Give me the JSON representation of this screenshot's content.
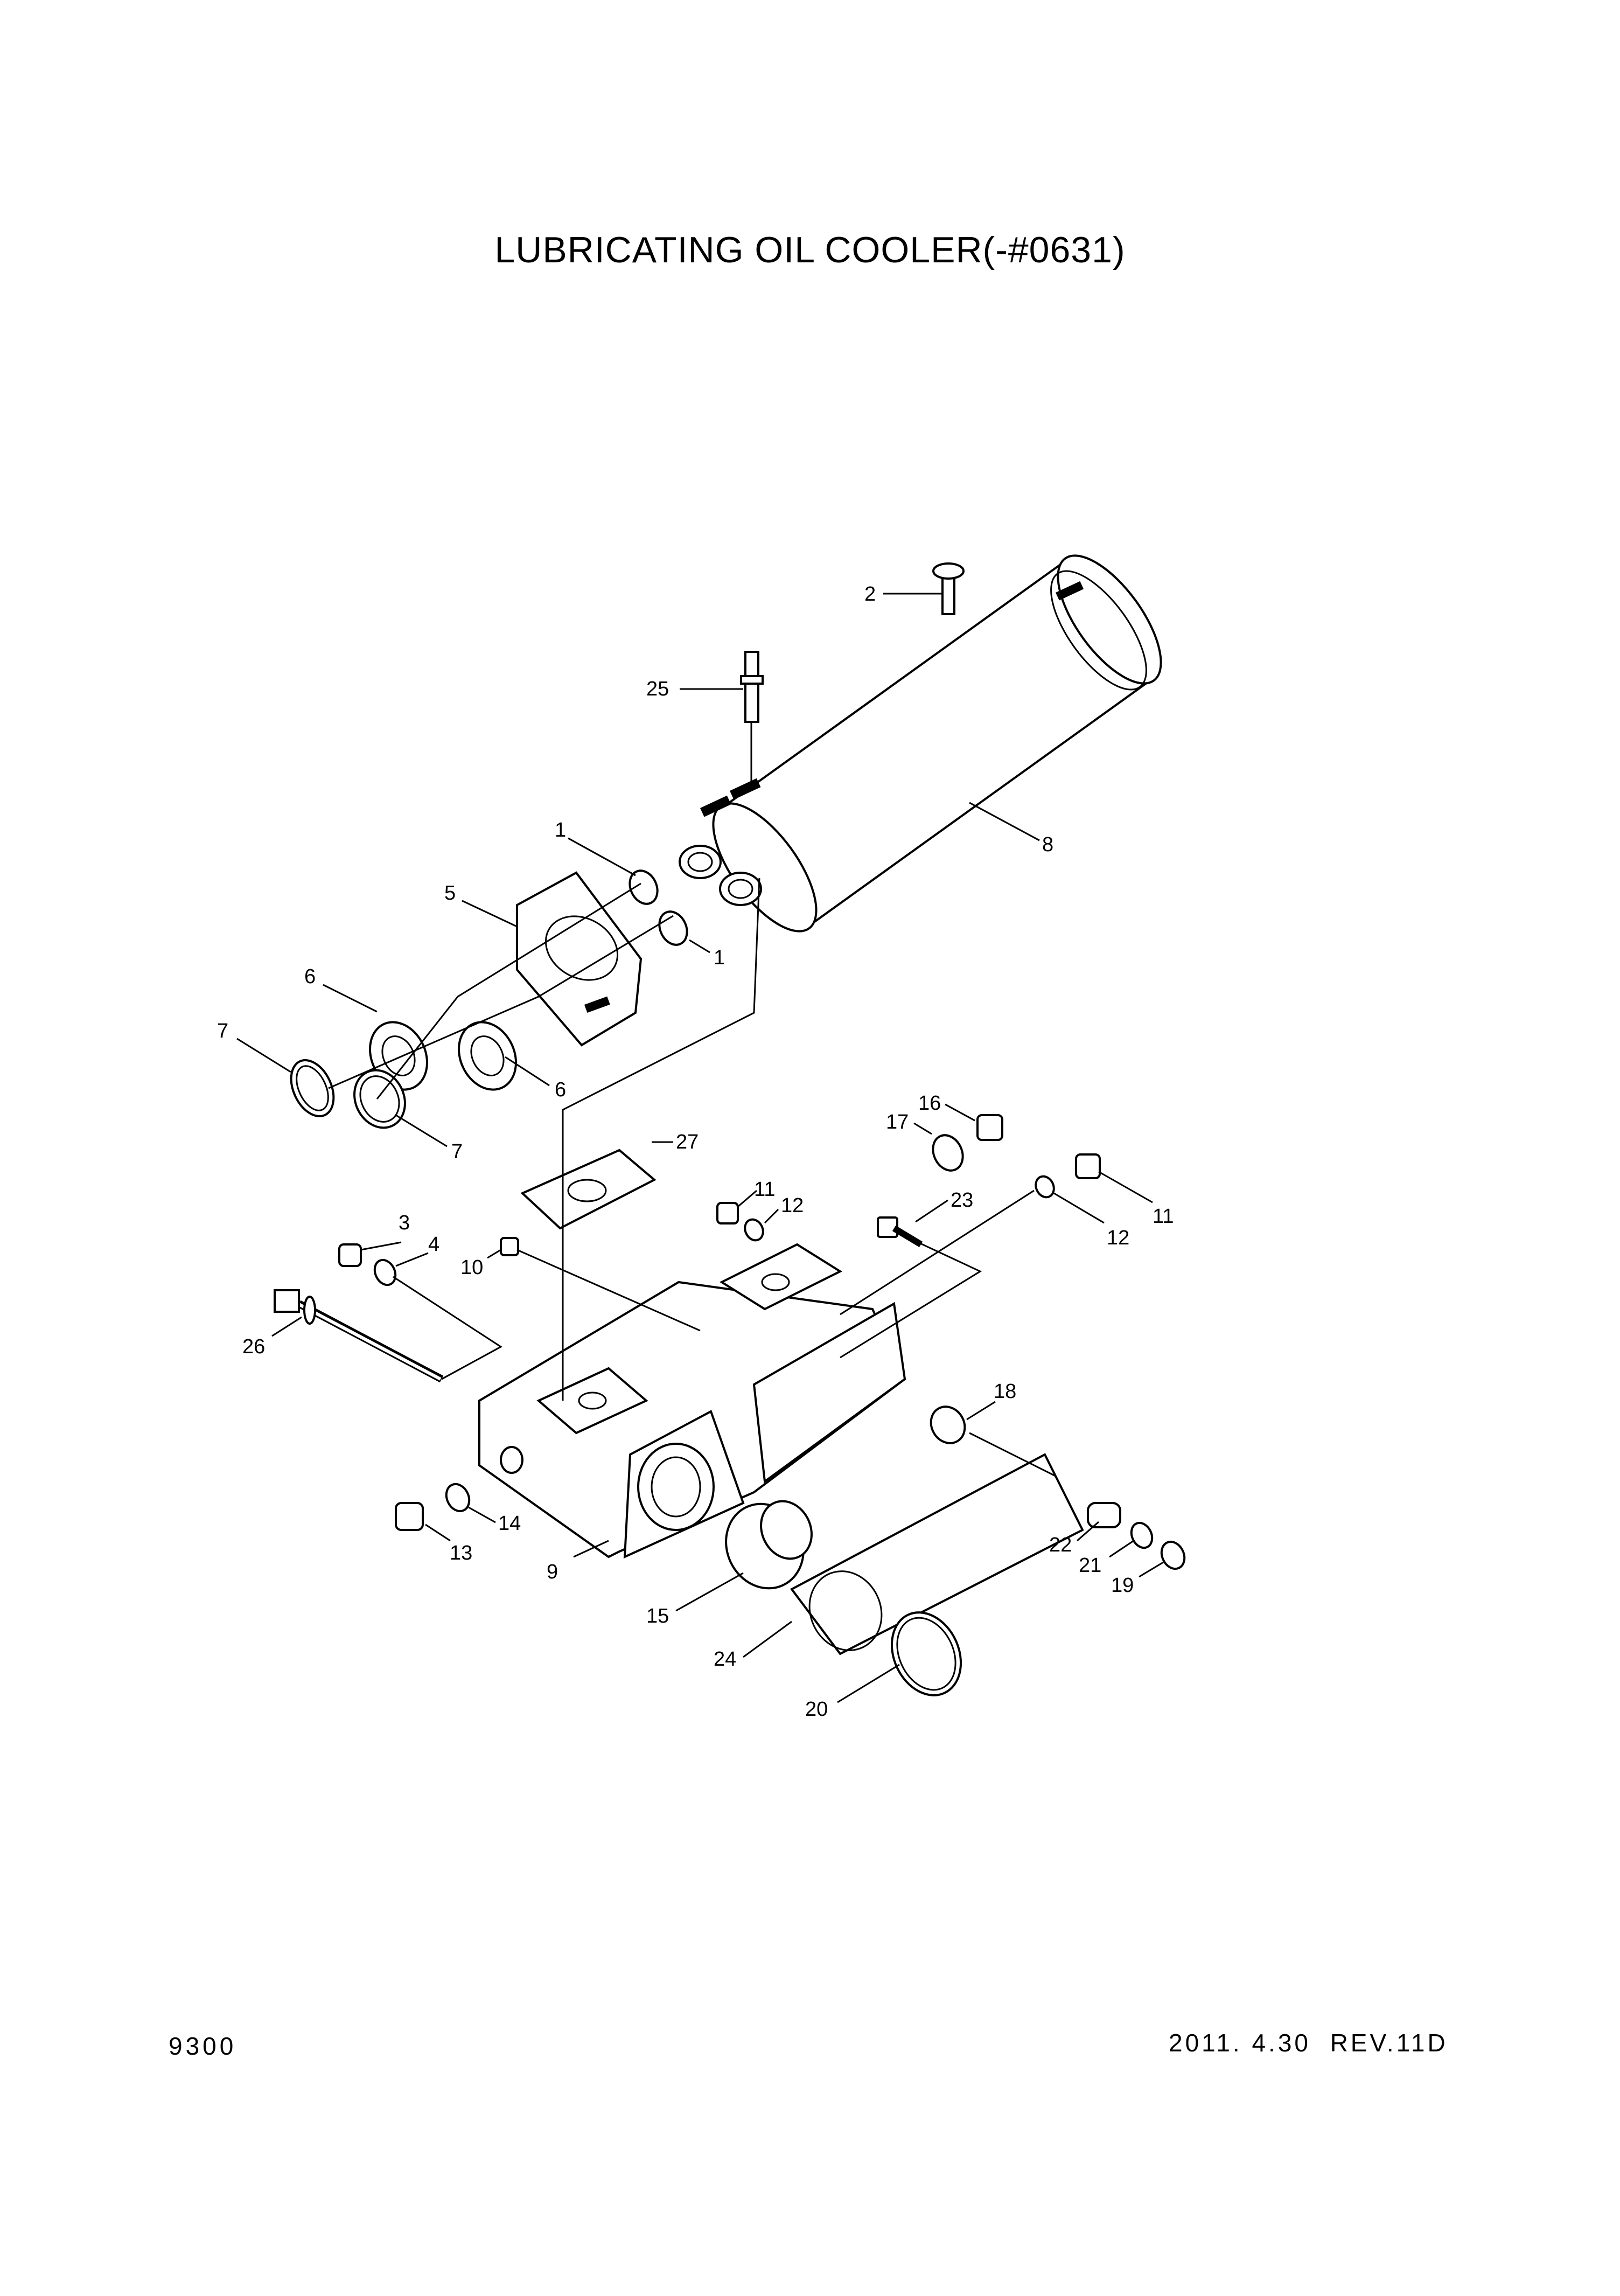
{
  "title": "LUBRICATING OIL COOLER(-#0631)",
  "page_number": "9300",
  "revision": "2011. 4.30  REV.11D",
  "callouts": [
    {
      "id": "callout-2",
      "label": "2"
    },
    {
      "id": "callout-25",
      "label": "25"
    },
    {
      "id": "callout-1a",
      "label": "1"
    },
    {
      "id": "callout-1b",
      "label": "1"
    },
    {
      "id": "callout-8",
      "label": "8"
    },
    {
      "id": "callout-5",
      "label": "5"
    },
    {
      "id": "callout-6a",
      "label": "6"
    },
    {
      "id": "callout-6b",
      "label": "6"
    },
    {
      "id": "callout-7a",
      "label": "7"
    },
    {
      "id": "callout-7b",
      "label": "7"
    },
    {
      "id": "callout-16",
      "label": "16"
    },
    {
      "id": "callout-17",
      "label": "17"
    },
    {
      "id": "callout-27",
      "label": "27"
    },
    {
      "id": "callout-11a",
      "label": "11"
    },
    {
      "id": "callout-12a",
      "label": "12"
    },
    {
      "id": "callout-23",
      "label": "23"
    },
    {
      "id": "callout-11b",
      "label": "11"
    },
    {
      "id": "callout-12b",
      "label": "12"
    },
    {
      "id": "callout-3",
      "label": "3"
    },
    {
      "id": "callout-4",
      "label": "4"
    },
    {
      "id": "callout-10",
      "label": "10"
    },
    {
      "id": "callout-26",
      "label": "26"
    },
    {
      "id": "callout-18",
      "label": "18"
    },
    {
      "id": "callout-14",
      "label": "14"
    },
    {
      "id": "callout-13",
      "label": "13"
    },
    {
      "id": "callout-9",
      "label": "9"
    },
    {
      "id": "callout-22",
      "label": "22"
    },
    {
      "id": "callout-21",
      "label": "21"
    },
    {
      "id": "callout-19",
      "label": "19"
    },
    {
      "id": "callout-15",
      "label": "15"
    },
    {
      "id": "callout-24",
      "label": "24"
    },
    {
      "id": "callout-20",
      "label": "20"
    }
  ]
}
